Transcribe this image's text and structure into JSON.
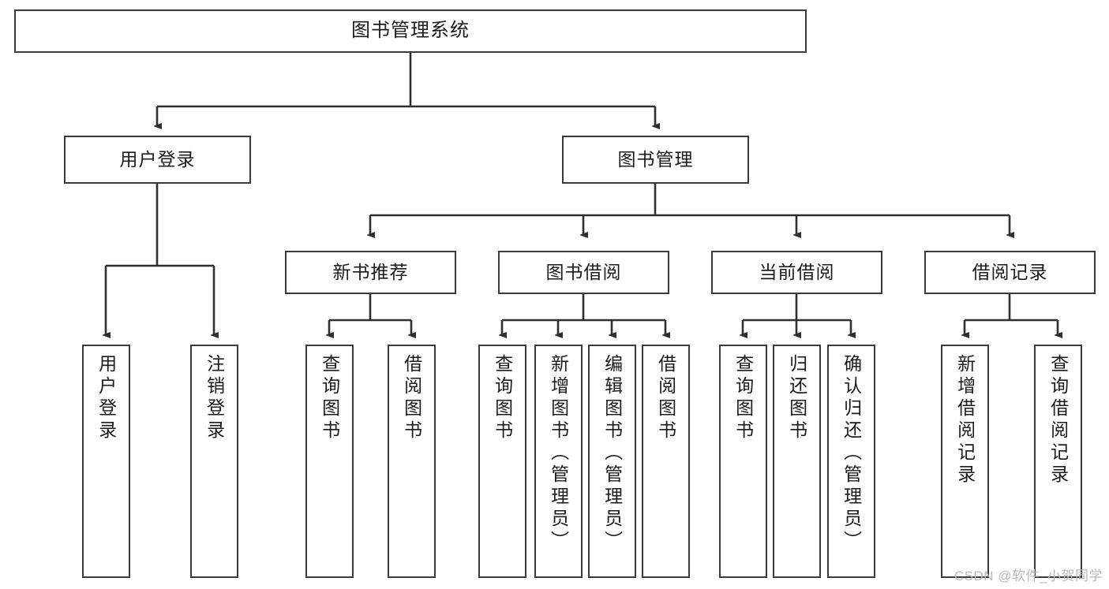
{
  "diagram": {
    "type": "tree",
    "title": "图书管理系统",
    "watermark": "CSDN @软件_小贺同学",
    "colors": {
      "box_border": "#3a3a3a",
      "box_fill": "#ffffff",
      "connector": "#2f2f2f",
      "text": "#1b1b1b",
      "watermark": "#b9b9b9",
      "background": "#ffffff"
    },
    "root": {
      "label": "图书管理系统"
    },
    "level2": [
      {
        "label": "用户登录"
      },
      {
        "label": "图书管理"
      }
    ],
    "level3": [
      {
        "label": "新书推荐"
      },
      {
        "label": "图书借阅"
      },
      {
        "label": "当前借阅"
      },
      {
        "label": "借阅记录"
      }
    ],
    "leaves": {
      "user_login": [
        {
          "label": "用户登录"
        },
        {
          "label": "注销登录"
        }
      ],
      "new_book_recommend": [
        {
          "label": "查询图书"
        },
        {
          "label": "借阅图书"
        }
      ],
      "book_borrow": [
        {
          "label": "查询图书"
        },
        {
          "label": "新增图书（管理员）"
        },
        {
          "label": "编辑图书（管理员）"
        },
        {
          "label": "借阅图书"
        }
      ],
      "current_borrow": [
        {
          "label": "查询图书"
        },
        {
          "label": "归还图书"
        },
        {
          "label": "确认归还（管理员）"
        }
      ],
      "borrow_record": [
        {
          "label": "新增借阅记录"
        },
        {
          "label": "查询借阅记录"
        }
      ]
    }
  }
}
